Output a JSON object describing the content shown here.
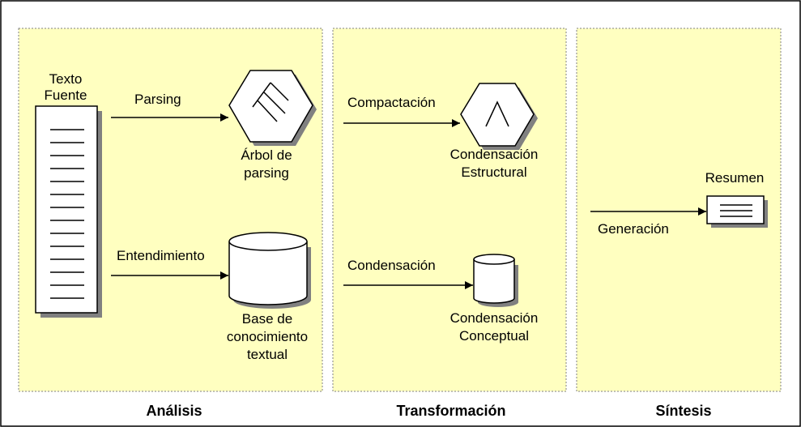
{
  "colors": {
    "panel_fill": "#ffffc0",
    "panel_border": "#808080",
    "shadow": "#808080",
    "outline": "#000000"
  },
  "panels": {
    "analisis": {
      "title": "Análisis",
      "source_label": [
        "Texto",
        "Fuente"
      ],
      "parsing_label": "Parsing",
      "tree_label": [
        "Árbol de",
        "parsing"
      ],
      "entendimiento_label": "Entendimiento",
      "kb_label": [
        "Base de",
        "conocimiento",
        "textual"
      ]
    },
    "transformacion": {
      "title": "Transformación",
      "compactacion_label": "Compactación",
      "cond_estructural_label": [
        "Condensación",
        "Estructural"
      ],
      "condensacion_label": "Condensación",
      "cond_conceptual_label": [
        "Condensación",
        "Conceptual"
      ]
    },
    "sintesis": {
      "title": "Síntesis",
      "generacion_label": "Generación",
      "resumen_label": "Resumen"
    }
  }
}
